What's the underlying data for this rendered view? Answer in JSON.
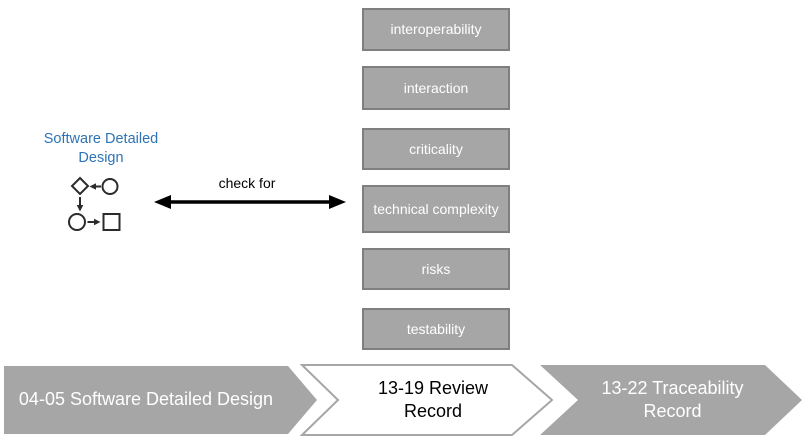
{
  "palette": {
    "box_fill": "#a6a6a6",
    "box_border": "#7f7f7f",
    "box_text": "#ffffff",
    "accent_blue": "#2e74b5",
    "chevron_gray": "#a6a6a6",
    "chevron_outline": "#a6a6a6",
    "glyph_stroke": "#2b2b2b",
    "arrow_black": "#000000"
  },
  "icons": {
    "source_icon": "mini-flowchart-icon",
    "connector_icon": "double-headed-arrow-icon"
  },
  "source": {
    "label": "Software Detailed Design"
  },
  "connector": {
    "label": "check for"
  },
  "checks": [
    "interoperability",
    "interaction",
    "criticality",
    "technical complexity",
    "risks",
    "testability"
  ],
  "process_flow": [
    {
      "label": "04-05 Software Detailed Design",
      "style": "filled"
    },
    {
      "label": "13-19 Review Record",
      "style": "outlined"
    },
    {
      "label": "13-22 Traceability Record",
      "style": "filled"
    }
  ]
}
